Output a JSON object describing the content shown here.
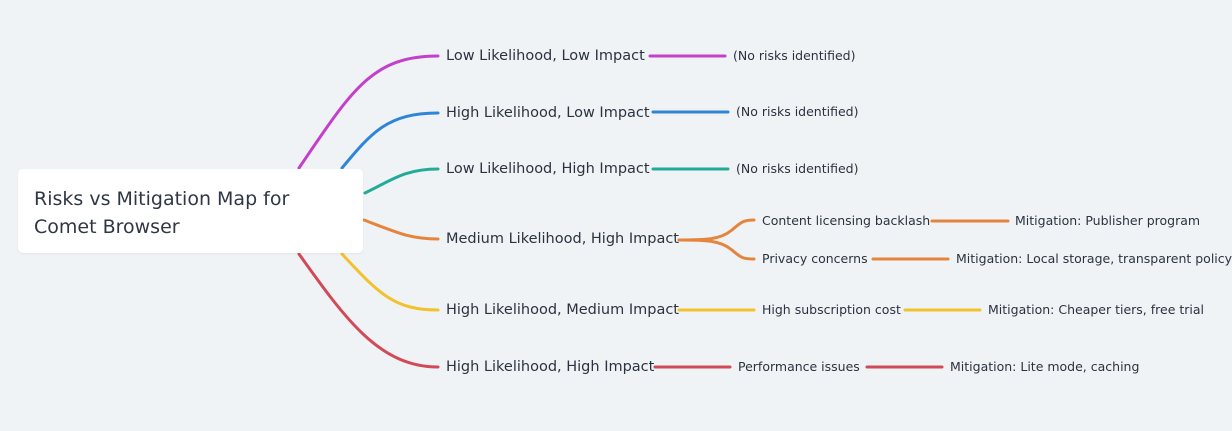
{
  "root": {
    "title": "Risks vs Mitigation Map for Comet Browser"
  },
  "categories": [
    {
      "label": "Low Likelihood, Low Impact",
      "color": "#c43fcb",
      "children": [
        {
          "label": "(No risks identified)"
        }
      ]
    },
    {
      "label": "High Likelihood, Low Impact",
      "color": "#2f86d6",
      "children": [
        {
          "label": "(No risks identified)"
        }
      ]
    },
    {
      "label": "Low Likelihood, High Impact",
      "color": "#22ab98",
      "children": [
        {
          "label": "(No risks identified)"
        }
      ]
    },
    {
      "label": "Medium Likelihood, High Impact",
      "color": "#e5843c",
      "children": [
        {
          "label": "Content licensing backlash",
          "mitigation": "Mitigation: Publisher program"
        },
        {
          "label": "Privacy concerns",
          "mitigation": "Mitigation: Local storage, transparent policy"
        }
      ]
    },
    {
      "label": "High Likelihood, Medium Impact",
      "color": "#f2c12e",
      "children": [
        {
          "label": "High subscription cost",
          "mitigation": "Mitigation: Cheaper tiers, free trial"
        }
      ]
    },
    {
      "label": "High Likelihood, High Impact",
      "color": "#d24a57",
      "children": [
        {
          "label": "Performance issues",
          "mitigation": "Mitigation: Lite mode, caching"
        }
      ]
    }
  ]
}
